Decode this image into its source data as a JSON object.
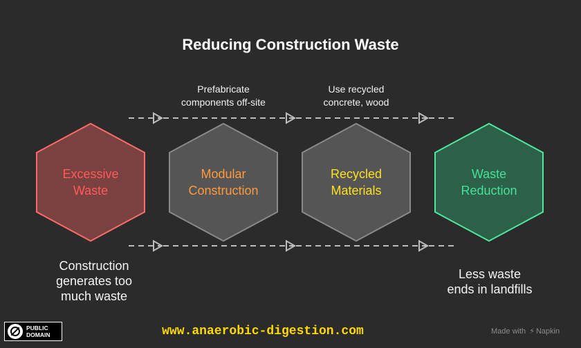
{
  "title": "Reducing Construction Waste",
  "steps": [
    {
      "line1": "Excessive",
      "line2": "Waste",
      "color": "#ff5a5a",
      "fill": "#7a4141",
      "stroke": "#ff6b6b"
    },
    {
      "line1": "Modular",
      "line2": "Construction",
      "color": "#ff9a3c",
      "fill": "#555555",
      "stroke": "#8a8a8a"
    },
    {
      "line1": "Recycled",
      "line2": "Materials",
      "color": "#ffe020",
      "fill": "#555555",
      "stroke": "#8a8a8a"
    },
    {
      "line1": "Waste",
      "line2": "Reduction",
      "color": "#46e09a",
      "fill": "#2d6048",
      "stroke": "#4ee8a0"
    }
  ],
  "annotations": [
    {
      "line1": "Prefabricate",
      "line2": "components off-site"
    },
    {
      "line1": "Use recycled",
      "line2": "concrete, wood"
    }
  ],
  "descriptions": {
    "left": {
      "line1": "Construction",
      "line2": "generates too",
      "line3": "much waste"
    },
    "right": {
      "line1": "Less waste",
      "line2": "ends in landfills"
    }
  },
  "footer": {
    "license_line1": "PUBLIC",
    "license_line2": "DOMAIN",
    "website": "www.anaerobic-digestion.com",
    "made_with": "Made with",
    "made_brand": "Napkin"
  }
}
